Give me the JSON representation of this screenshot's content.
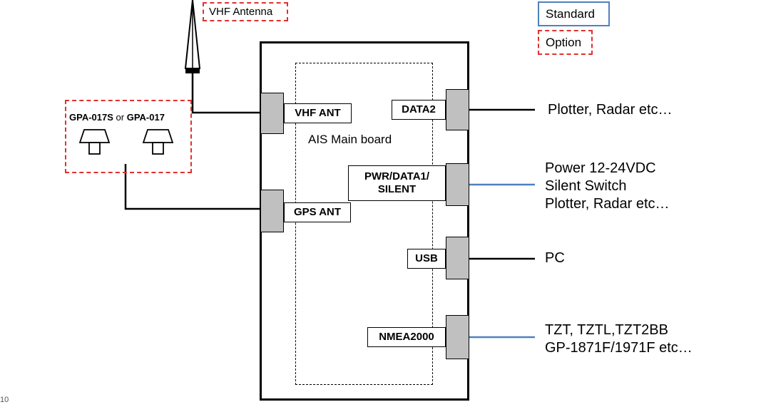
{
  "legend": {
    "standard_label": "Standard",
    "option_label": "Option",
    "standard_color": "#4f81bd",
    "option_color": "#e03030"
  },
  "antenna": {
    "label": "VHF Antenna"
  },
  "gps_option": {
    "model_a": "GPA-017S",
    "or_text": "or",
    "model_b": "GPA-017"
  },
  "main_unit": {
    "board_label": "AIS Main board"
  },
  "ports": {
    "vhf_ant": "VHF ANT",
    "gps_ant": "GPS ANT",
    "data2": "DATA2",
    "pwr_line1": "PWR/DATA1/",
    "pwr_line2": "SILENT",
    "usb": "USB",
    "nmea2000": "NMEA2000"
  },
  "connections": {
    "data2": [
      "Plotter, Radar etc…"
    ],
    "pwr": [
      "Power 12-24VDC",
      "Silent Switch",
      "Plotter, Radar etc…"
    ],
    "usb": [
      "PC"
    ],
    "nmea2000": [
      "TZT, TZTL,TZT2BB",
      "GP-1871F/1971F etc…"
    ]
  },
  "page_number": "10"
}
